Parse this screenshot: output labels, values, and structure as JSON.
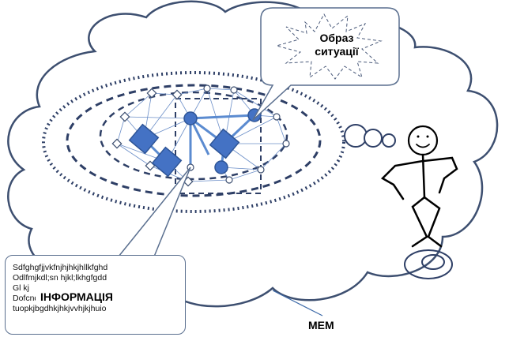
{
  "callout": {
    "line1": "Образ",
    "line2": "ситуації"
  },
  "info": {
    "title": "ІНФОРМАЦІЯ",
    "lines": [
      "Sdfghgfjjvkfnjhjhkjhllkfghd",
      "Odlfmjkdl;sn hjkl;lkhgfgdd",
      "Gl                              kj",
      "Dofcndjskdf oi dfghrsgbvv",
      "tuopkjbgdhkjhkjvvhjkjhuio"
    ]
  },
  "mem_label": "МЕМ",
  "colors": {
    "outline": "#3d4f70",
    "node_fill": "#4472c4",
    "node_stroke": "#2e5597",
    "link": "#5b8bd0"
  }
}
